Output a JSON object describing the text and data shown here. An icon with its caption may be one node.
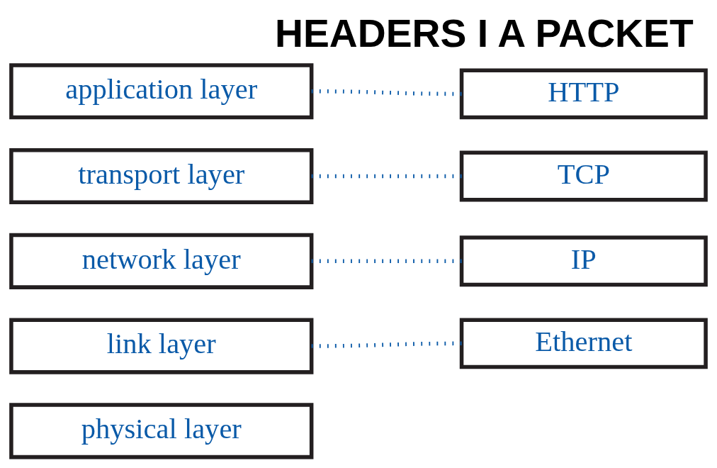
{
  "diagram": {
    "title": "HEADERS I A PACKET",
    "nodes": [
      {
        "text": [
          "application layer"
        ]
      },
      {
        "text": [
          "transport layer"
        ]
      },
      {
        "text": [
          "network layer"
        ]
      },
      {
        "text": [
          "link layer"
        ]
      },
      {
        "text": [
          "physical layer"
        ]
      },
      {
        "text": [
          "HTTP"
        ]
      },
      {
        "text": [
          "TCP"
        ]
      },
      {
        "text": [
          "IP"
        ]
      },
      {
        "text": [
          "Ethernet"
        ]
      }
    ],
    "edges": [
      {
        "from": 0,
        "to": 5,
        "arrow": "none",
        "style": "dashed"
      },
      {
        "from": 1,
        "to": 6,
        "arrow": "none",
        "style": "dashed"
      },
      {
        "from": 2,
        "to": 7,
        "arrow": "none",
        "style": "dashed"
      },
      {
        "from": 3,
        "to": 8,
        "arrow": "none",
        "style": "dashed"
      }
    ]
  }
}
